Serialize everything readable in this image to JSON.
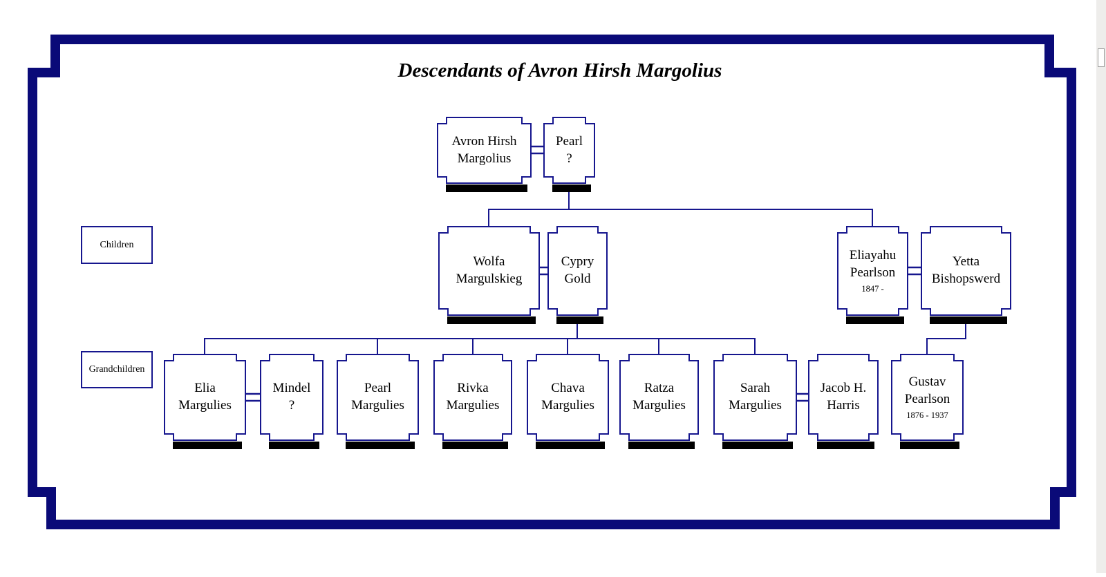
{
  "title": "Descendants of Avron Hirsh Margolius",
  "row_labels": {
    "children": "Children",
    "grandchildren": "Grandchildren"
  },
  "colors": {
    "frame_border": "#0a0a78",
    "box_border": "#16168e",
    "connector": "#16168e",
    "box_shadow": "#000000",
    "scrollbar_track": "#eeedeb"
  },
  "people": {
    "avron": {
      "name": "Avron Hirsh\nMargolius"
    },
    "pearl_sr": {
      "name": "Pearl\n?"
    },
    "wolfa": {
      "name": "Wolfa\nMargulskieg"
    },
    "cypry": {
      "name": "Cypry\nGold"
    },
    "eliayahu": {
      "name": "Eliayahu\nPearlson",
      "dates": "1847 -"
    },
    "yetta": {
      "name": "Yetta\nBishopswerd"
    },
    "elia": {
      "name": "Elia\nMargulies"
    },
    "mindel": {
      "name": "Mindel\n?"
    },
    "pearl_m": {
      "name": "Pearl\nMargulies"
    },
    "rivka": {
      "name": "Rivka\nMargulies"
    },
    "chava": {
      "name": "Chava\nMargulies"
    },
    "ratza": {
      "name": "Ratza\nMargulies"
    },
    "sarah": {
      "name": "Sarah\nMargulies"
    },
    "jacob": {
      "name": "Jacob H.\nHarris"
    },
    "gustav": {
      "name": "Gustav\nPearlson",
      "dates": "1876 - 1937"
    }
  }
}
